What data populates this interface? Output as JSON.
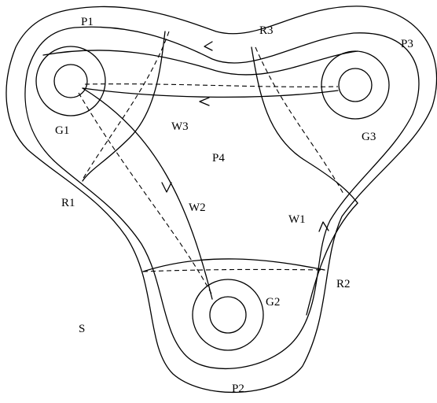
{
  "labels": {
    "p1": "P1",
    "p2": "P2",
    "p3": "P3",
    "p4": "P4",
    "r1": "R1",
    "r2": "R2",
    "r3": "R3",
    "g1": "G1",
    "g2": "G2",
    "g3": "G3",
    "w1": "W1",
    "w2": "W2",
    "w3": "W3",
    "s": "S"
  },
  "colors": {
    "stroke": "#000000",
    "background": "#ffffff"
  }
}
